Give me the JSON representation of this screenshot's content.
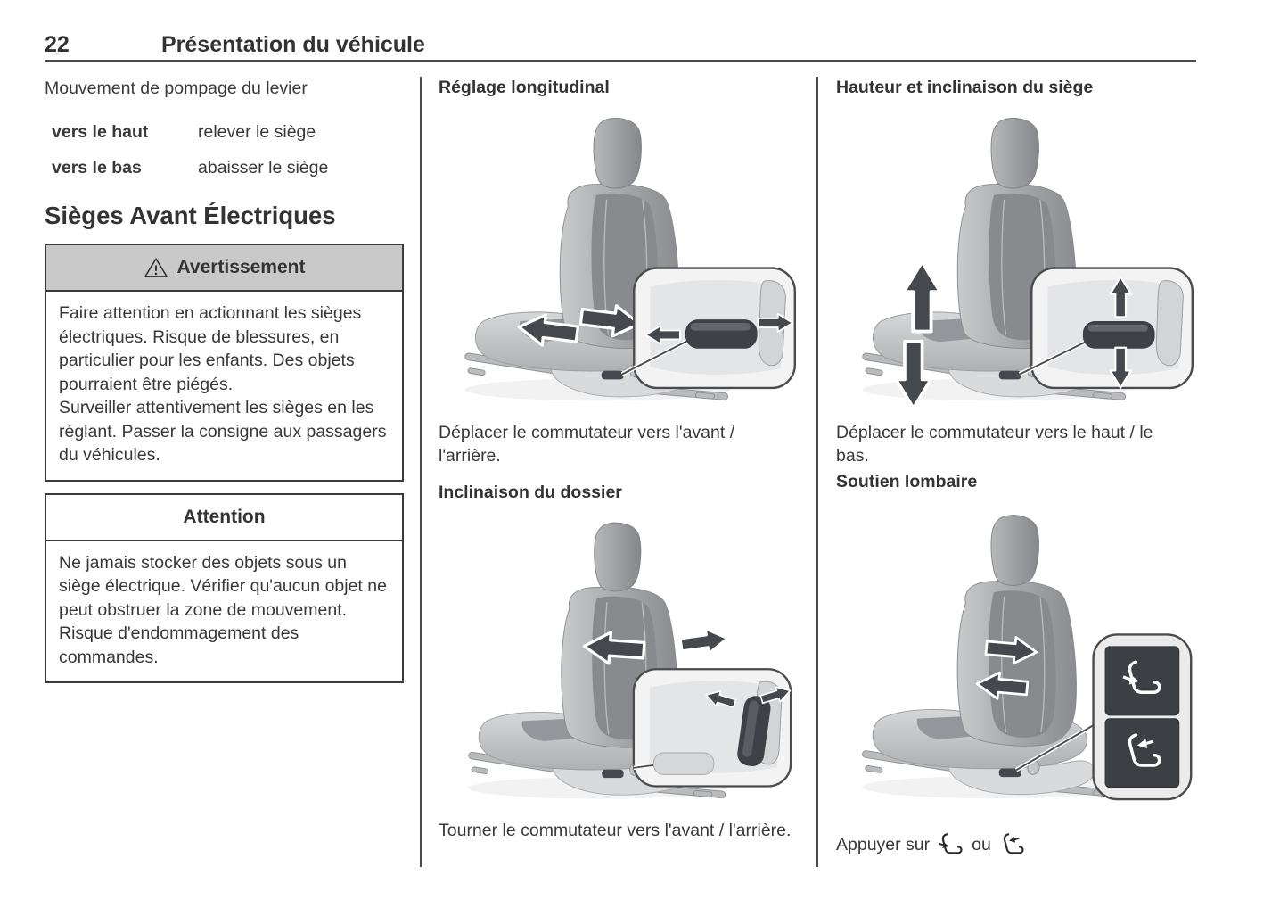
{
  "page": {
    "number": "22",
    "title": "Présentation du véhicule"
  },
  "left": {
    "intro": "Mouvement de pompage du levier",
    "lever_table": {
      "rows": [
        {
          "action": "vers le haut",
          "result": "relever le siège"
        },
        {
          "action": "vers le bas",
          "result": "abaisser le siège"
        }
      ]
    },
    "section_title": "Sièges Avant Électriques",
    "warning_box": {
      "icon": "warning-triangle-icon",
      "title": "Avertissement",
      "paragraphs": [
        "Faire attention en actionnant les sièges électriques. Risque de blessures, en particulier pour les enfants. Des objets pourraient être piégés.",
        "Surveiller attentivement les sièges en les réglant. Passer la consigne aux passagers du véhicules."
      ]
    },
    "caution_box": {
      "title": "Attention",
      "paragraphs": [
        "Ne jamais stocker des objets sous un siège électrique. Vérifier qu'aucun objet ne peut obstruer la zone de mouvement. Risque d'endommagement des commandes."
      ]
    }
  },
  "middle": {
    "sections": [
      {
        "heading": "Réglage longitudinal",
        "illustration": "seat-longitudinal-adjustment",
        "caption": "Déplacer le commutateur vers l'avant / l'arrière."
      },
      {
        "heading": "Inclinaison du dossier",
        "illustration": "seat-backrest-recline",
        "caption": "Tourner le commutateur vers l'avant / l'arrière."
      }
    ]
  },
  "right": {
    "sections": [
      {
        "heading": "Hauteur et inclinaison du siège",
        "illustration": "seat-height-tilt",
        "caption": "Déplacer le commutateur vers le haut / le bas."
      },
      {
        "heading": "Soutien lombaire",
        "illustration": "seat-lumbar-support",
        "caption_prefix": "Appuyer sur",
        "caption_conjunction": "ou",
        "button_icons": [
          "lumbar-increase-icon",
          "lumbar-decrease-icon"
        ]
      }
    ]
  },
  "colors": {
    "rule": "#4a4a4a",
    "warning_header_bg": "#c9c9c9",
    "switch_dark": "#3e4246"
  }
}
